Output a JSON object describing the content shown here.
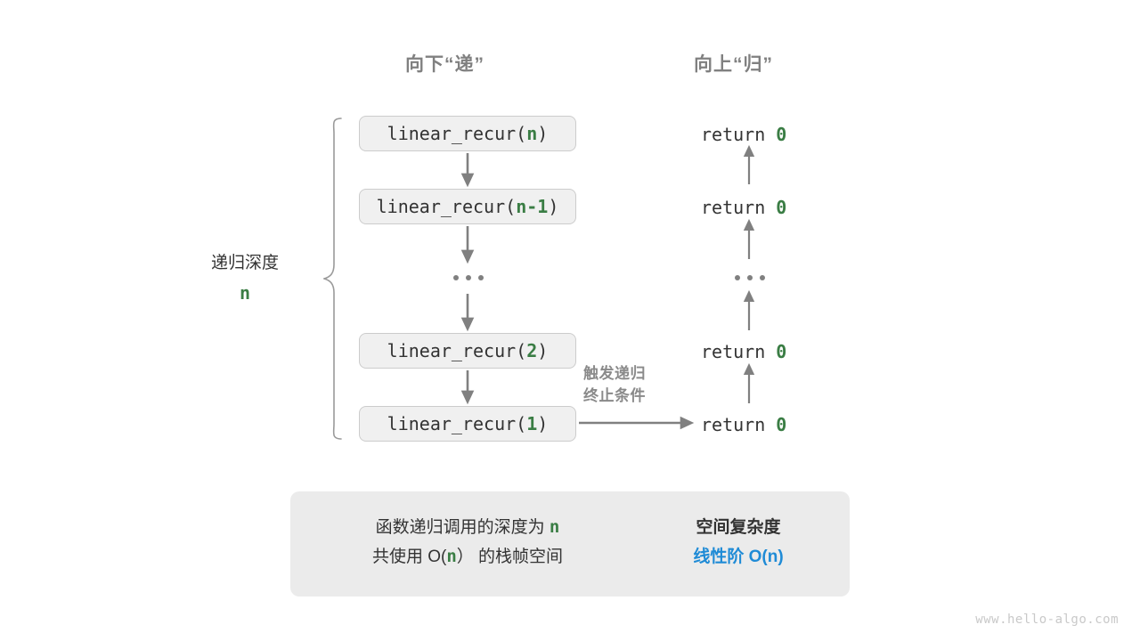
{
  "headers": {
    "down": "向下“递”",
    "up": "向上“归”"
  },
  "depth_label": {
    "text": "递归深度",
    "value": "n"
  },
  "calls": [
    {
      "prefix": "linear_recur(",
      "arg": "n",
      "suffix": ")"
    },
    {
      "prefix": "linear_recur(",
      "arg": "n-1",
      "suffix": ")"
    },
    {
      "prefix": "linear_recur(",
      "arg": "2",
      "suffix": ")"
    },
    {
      "prefix": "linear_recur(",
      "arg": "1",
      "suffix": ")"
    }
  ],
  "returns": [
    {
      "keyword": "return",
      "value": "0"
    },
    {
      "keyword": "return",
      "value": "0"
    },
    {
      "keyword": "return",
      "value": "0"
    },
    {
      "keyword": "return",
      "value": "0"
    }
  ],
  "trigger_note": {
    "line1": "触发递归",
    "line2": "终止条件"
  },
  "summary": {
    "left_line1_pre": "函数递归调用的深度为 ",
    "left_line1_var": "n",
    "left_line2_pre": "共使用 O(",
    "left_line2_var": "n",
    "left_line2_post": "） 的栈帧空间",
    "right_title": "空间复杂度",
    "right_value_pre": "线性阶 O(",
    "right_value_var": "n",
    "right_value_post": ")"
  },
  "watermark": "www.hello-algo.com",
  "colors": {
    "accent_green": "#3a7d44",
    "accent_blue": "#1f8bd6",
    "box_fill": "#f0f0f0",
    "box_border": "#cccccc",
    "arrow_gray": "#808080",
    "panel_fill": "#ebebeb",
    "header_gray": "#808080"
  }
}
